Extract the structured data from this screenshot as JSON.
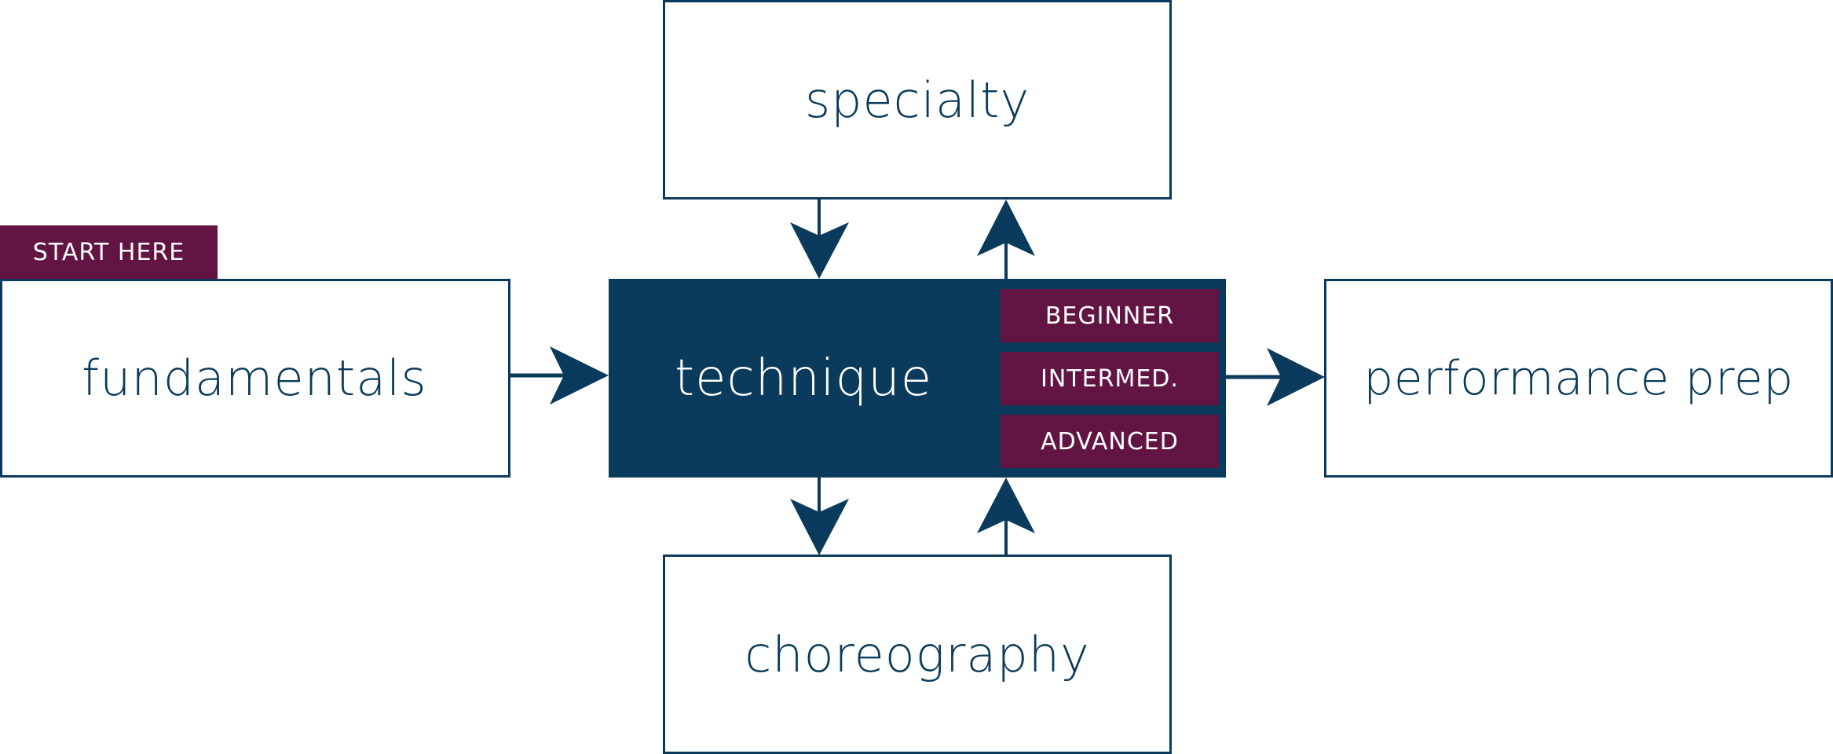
{
  "diagram": {
    "colors": {
      "primary": "#0a3b5c",
      "accent": "#621443",
      "background": "#ffffff",
      "text_on_dark": "#ffffff"
    },
    "start_tag": "START HERE",
    "nodes": {
      "specialty": {
        "label": "specialty"
      },
      "fundamentals": {
        "label": "fundamentals"
      },
      "technique": {
        "label": "technique",
        "levels": [
          "BEGINNER",
          "INTERMED.",
          "ADVANCED"
        ]
      },
      "performance": {
        "label": "performance prep"
      },
      "choreography": {
        "label": "choreography"
      }
    },
    "edges": [
      {
        "from": "fundamentals",
        "to": "technique"
      },
      {
        "from": "technique",
        "to": "performance prep"
      },
      {
        "from": "specialty",
        "to": "technique"
      },
      {
        "from": "technique",
        "to": "specialty"
      },
      {
        "from": "technique",
        "to": "choreography"
      },
      {
        "from": "choreography",
        "to": "technique"
      }
    ]
  }
}
